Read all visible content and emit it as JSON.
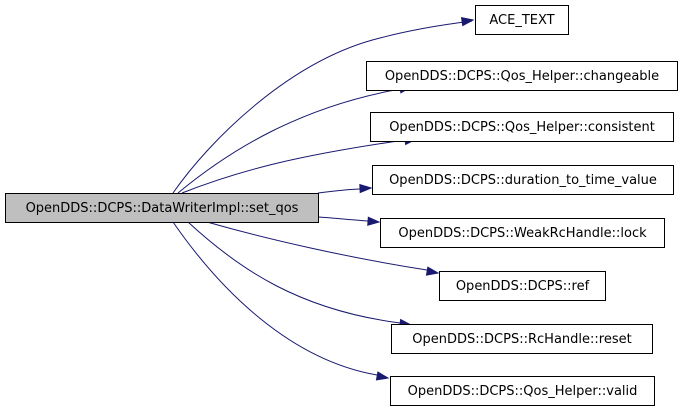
{
  "colors": {
    "source_fill": "#bfbfbf",
    "target_fill": "#ffffff",
    "edge": "#191970"
  },
  "source": {
    "id": "set_qos",
    "label": "OpenDDS::DCPS::DataWriterImpl::set_qos"
  },
  "targets": [
    {
      "id": "ace_text",
      "label": "ACE_TEXT"
    },
    {
      "id": "changeable",
      "label": "OpenDDS::DCPS::Qos_Helper::changeable"
    },
    {
      "id": "consistent",
      "label": "OpenDDS::DCPS::Qos_Helper::consistent"
    },
    {
      "id": "duration_to_time_value",
      "label": "OpenDDS::DCPS::duration_to_time_value"
    },
    {
      "id": "lock",
      "label": "OpenDDS::DCPS::WeakRcHandle::lock"
    },
    {
      "id": "ref",
      "label": "OpenDDS::DCPS::ref"
    },
    {
      "id": "reset",
      "label": "OpenDDS::DCPS::RcHandle::reset"
    },
    {
      "id": "valid",
      "label": "OpenDDS::DCPS::Qos_Helper::valid"
    }
  ],
  "edges": [
    {
      "from": "set_qos",
      "to": "ace_text"
    },
    {
      "from": "set_qos",
      "to": "changeable"
    },
    {
      "from": "set_qos",
      "to": "consistent"
    },
    {
      "from": "set_qos",
      "to": "duration_to_time_value"
    },
    {
      "from": "set_qos",
      "to": "lock"
    },
    {
      "from": "set_qos",
      "to": "ref"
    },
    {
      "from": "set_qos",
      "to": "reset"
    },
    {
      "from": "set_qos",
      "to": "valid"
    }
  ]
}
